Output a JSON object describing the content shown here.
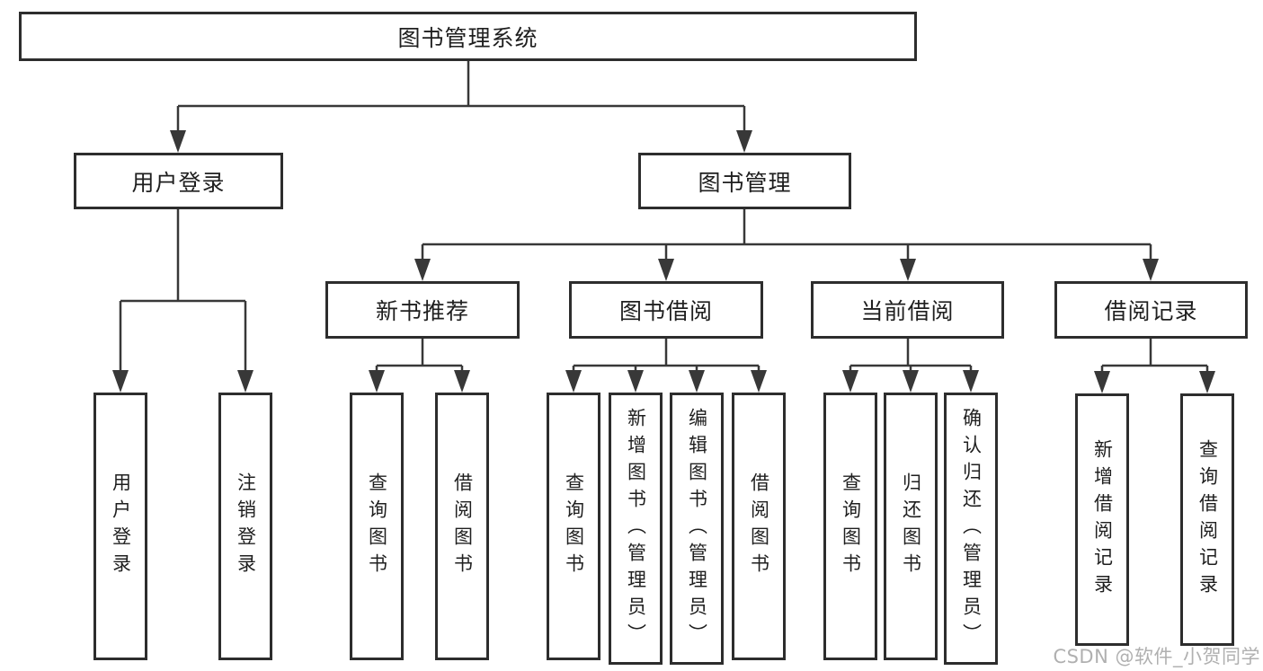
{
  "diagram": {
    "nodes": {
      "root": "图书管理系统",
      "level2": [
        "用户登录",
        "图书管理"
      ],
      "level3": [
        "新书推荐",
        "图书借阅",
        "当前借阅",
        "借阅记录"
      ],
      "leaves_user_login": [
        "用户登录",
        "注销登录"
      ],
      "leaves_new_book": [
        "查询图书",
        "借阅图书"
      ],
      "leaves_book_borrow": [
        "查询图书",
        "新增图书（管理员）",
        "编辑图书（管理员）",
        "借阅图书"
      ],
      "leaves_current_borrow": [
        "查询图书",
        "归还图书",
        "确认归还（管理员）"
      ],
      "leaves_borrow_record": [
        "新增借阅记录",
        "查询借阅记录"
      ]
    },
    "watermark": "CSDN @软件_小贺同学",
    "colors": {
      "background": "#ffffff",
      "line": "#383838",
      "box_border": "#2d2d2d",
      "text": "#1f1f1f",
      "watermark": "#b0b0b0"
    }
  }
}
